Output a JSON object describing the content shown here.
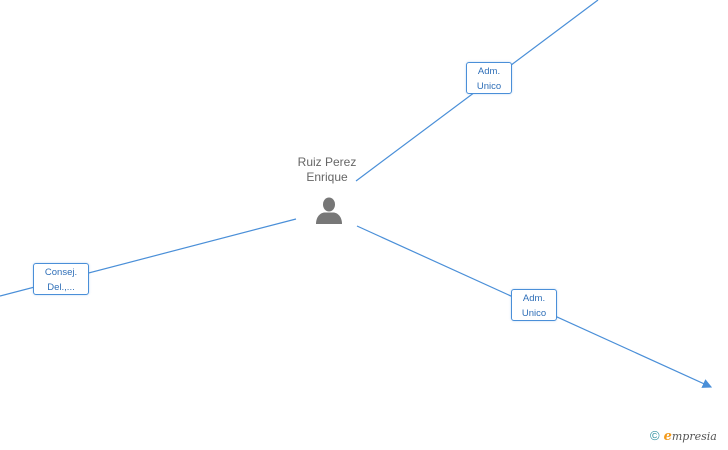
{
  "person": {
    "name_line1": "Ruiz Perez",
    "name_line2": "Enrique"
  },
  "roles": {
    "adm_top": {
      "line1": "Adm.",
      "line2": "Unico"
    },
    "adm_bottom": {
      "line1": "Adm.",
      "line2": "Unico"
    },
    "consej": {
      "line1": "Consej.",
      "line2": "Del.,..."
    }
  },
  "brand": {
    "copyright": "©",
    "logo_letter": "e",
    "logo_rest": "mpresia"
  },
  "colors": {
    "edge": "#4a8fd8",
    "person_icon": "#777777",
    "text": "#666666",
    "brand_accent": "#f39a1a"
  },
  "icons": {
    "person": "person-silhouette-icon",
    "arrow": "arrowhead-icon"
  }
}
